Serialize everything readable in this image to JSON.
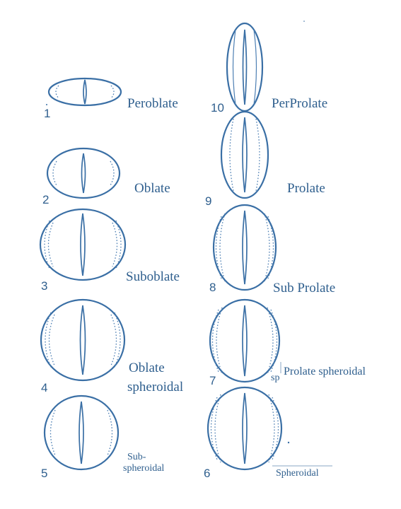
{
  "shapes": [
    {
      "number": "1",
      "label_lines": [
        "Peroblate"
      ]
    },
    {
      "number": "2",
      "label_lines": [
        "Oblate"
      ]
    },
    {
      "number": "3",
      "label_lines": [
        "Suboblate"
      ]
    },
    {
      "number": "4",
      "label_lines": [
        "Oblate",
        "spheroidal"
      ]
    },
    {
      "number": "5",
      "label_lines": [
        "Sub-",
        "spheroidal"
      ]
    },
    {
      "number": "6",
      "label_lines": [
        "Spheroidal"
      ]
    },
    {
      "number": "7",
      "label_lines": [
        "Prolate spheroidal"
      ],
      "stray_text": "sp"
    },
    {
      "number": "8",
      "label_lines": [
        "Sub Prolate"
      ]
    },
    {
      "number": "9",
      "label_lines": [
        "Prolate"
      ]
    },
    {
      "number": "10",
      "label_lines": [
        "PerProlate"
      ]
    }
  ],
  "colors": {
    "ink": "#3a6fa5",
    "text": "#2f5f8e",
    "background": "#ffffff"
  }
}
